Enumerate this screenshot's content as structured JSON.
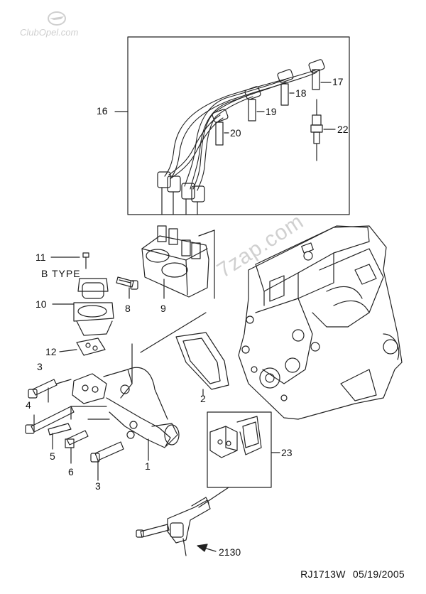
{
  "watermark": {
    "logo_text": "ClubOpel.com",
    "site_text": "7zap.com"
  },
  "callouts": {
    "c1": "1",
    "c2": "2",
    "c3a": "3",
    "c3b": "3",
    "c4": "4",
    "c5": "5",
    "c6": "6",
    "c8": "8",
    "c9": "9",
    "c10": "10",
    "c11": "11",
    "c12": "12",
    "c16": "16",
    "c17": "17",
    "c18": "18",
    "c19": "19",
    "c20": "20",
    "c22": "22",
    "c23": "23",
    "c2130": "2130"
  },
  "variant_label": "B TYPE",
  "footer": {
    "drawing_code": "RJ1713W",
    "date": "05/19/2005"
  },
  "colors": {
    "line": "#222222",
    "watermark": "#d0d0d0"
  }
}
